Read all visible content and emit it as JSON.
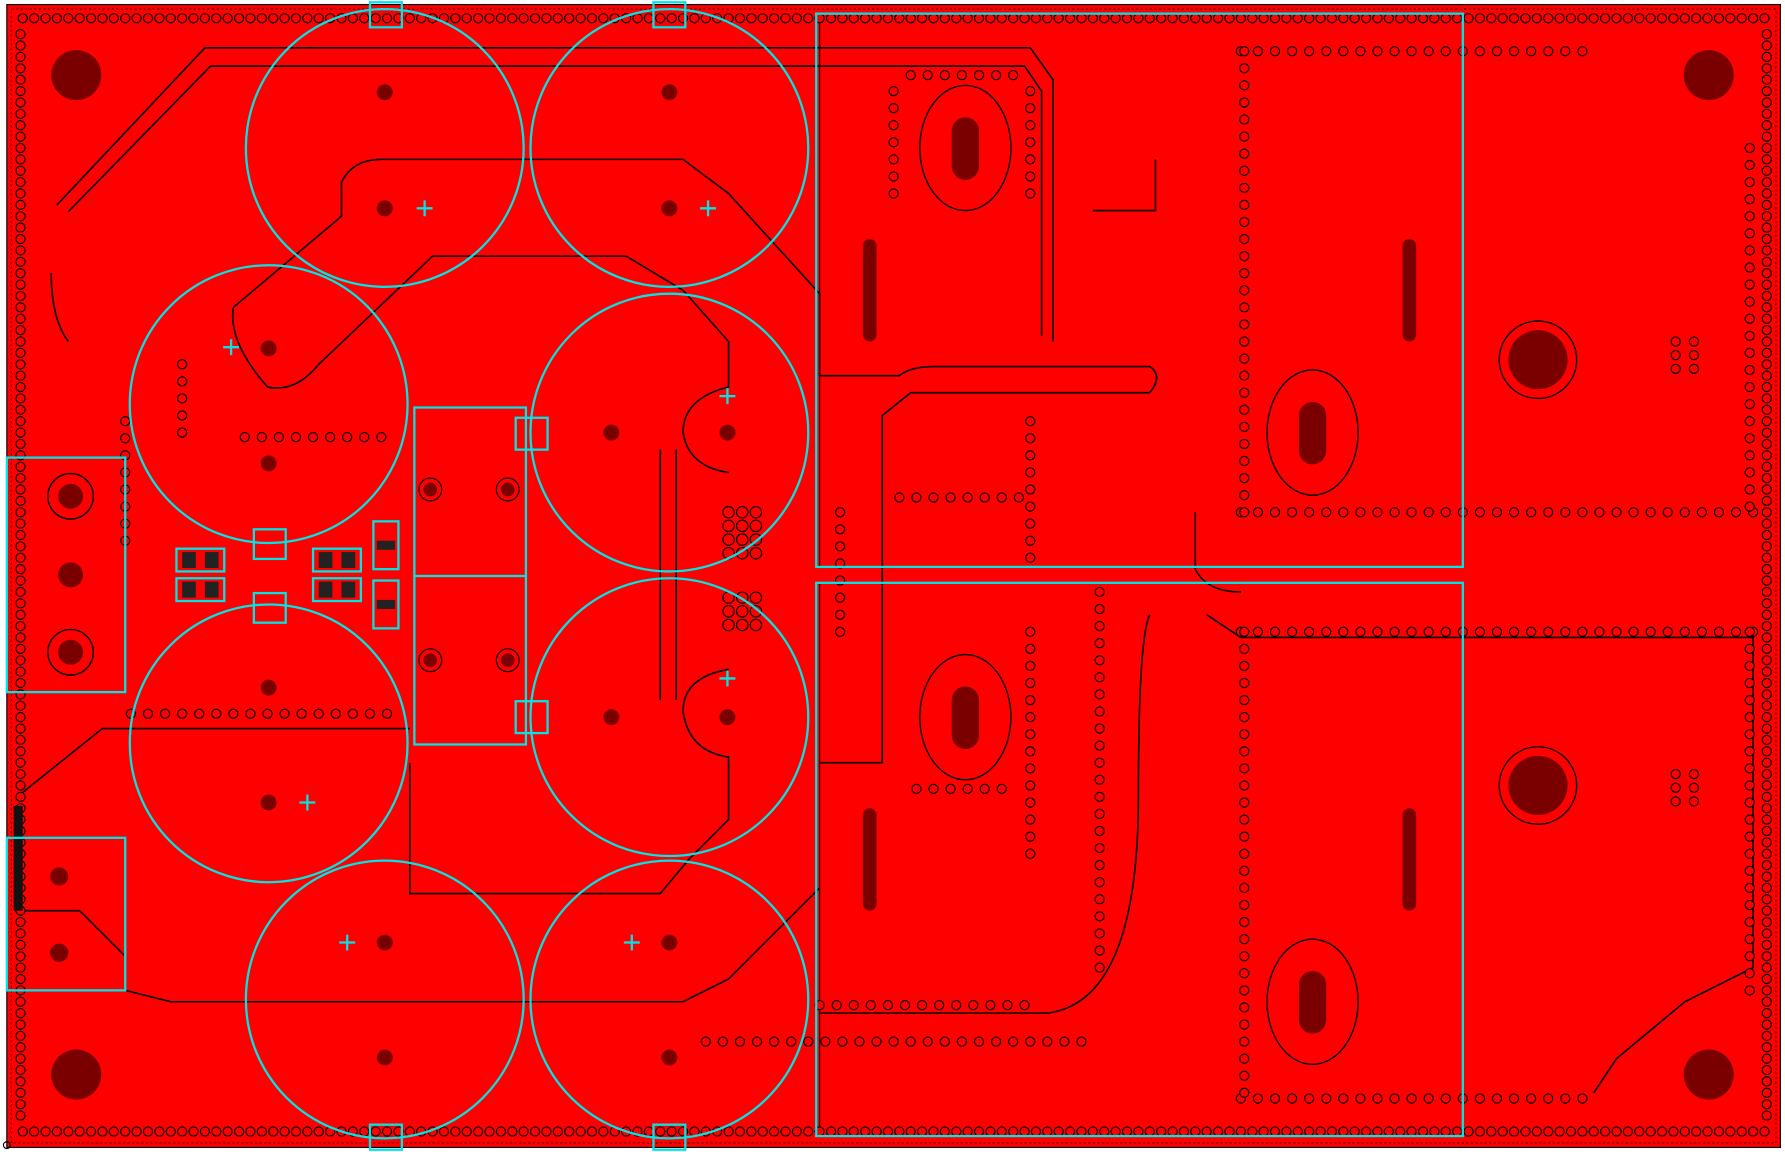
{
  "view": {
    "layer": "Top Copper",
    "colors": {
      "background": "#ffffff",
      "copper": "#ff0000",
      "pad": "#7a0000",
      "trace": "#000000",
      "silkscreen": "#00e5e5"
    }
  },
  "components": {
    "mounting_holes": 4,
    "electrolytic_capacitors": 8,
    "heatsink_outlines": 2,
    "transformer_blocks": 2,
    "screw_terminals": 2
  }
}
